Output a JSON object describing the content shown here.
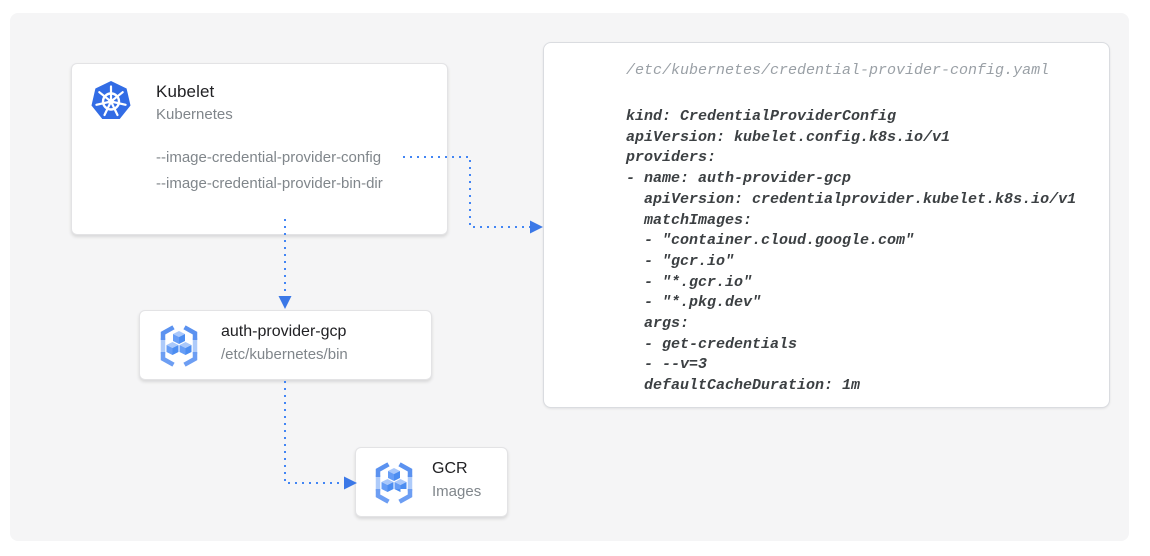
{
  "diagram": {
    "kubelet_card": {
      "title": "Kubelet",
      "subtitle": "Kubernetes",
      "flags": [
        "--image-credential-provider-config",
        "--image-credential-provider-bin-dir"
      ]
    },
    "auth_provider_card": {
      "title": "auth-provider-gcp",
      "subtitle": "/etc/kubernetes/bin"
    },
    "gcr_card": {
      "title": "GCR",
      "subtitle": "Images"
    },
    "config_card": {
      "filename": "/etc/kubernetes/credential-provider-config.yaml",
      "code": "kind: CredentialProviderConfig\napiVersion: kubelet.config.k8s.io/v1\nproviders:\n- name: auth-provider-gcp\n  apiVersion: credentialprovider.kubelet.k8s.io/v1\n  matchImages:\n  - \"container.cloud.google.com\"\n  - \"gcr.io\"\n  - \"*.gcr.io\"\n  - \"*.pkg.dev\"\n  args:\n  - get-credentials\n  - --v=3\n  defaultCacheDuration: 1m"
    },
    "icons": {
      "kubelet": "kubernetes-icon",
      "auth_provider": "gcr-icon",
      "gcr": "gcr-icon"
    },
    "colors": {
      "accent_blue": "#4285F4",
      "kubernetes_blue": "#326CE5",
      "bracket_dark_blue": "#5B92F0",
      "bracket_light_blue": "#AECBFA",
      "frame_background": "#F5F5F6",
      "card_background": "#FFFFFF",
      "title_text": "#212124",
      "secondary_text": "#80868B",
      "code_text": "#3C4043",
      "filename_text": "#9AA0A6"
    }
  }
}
